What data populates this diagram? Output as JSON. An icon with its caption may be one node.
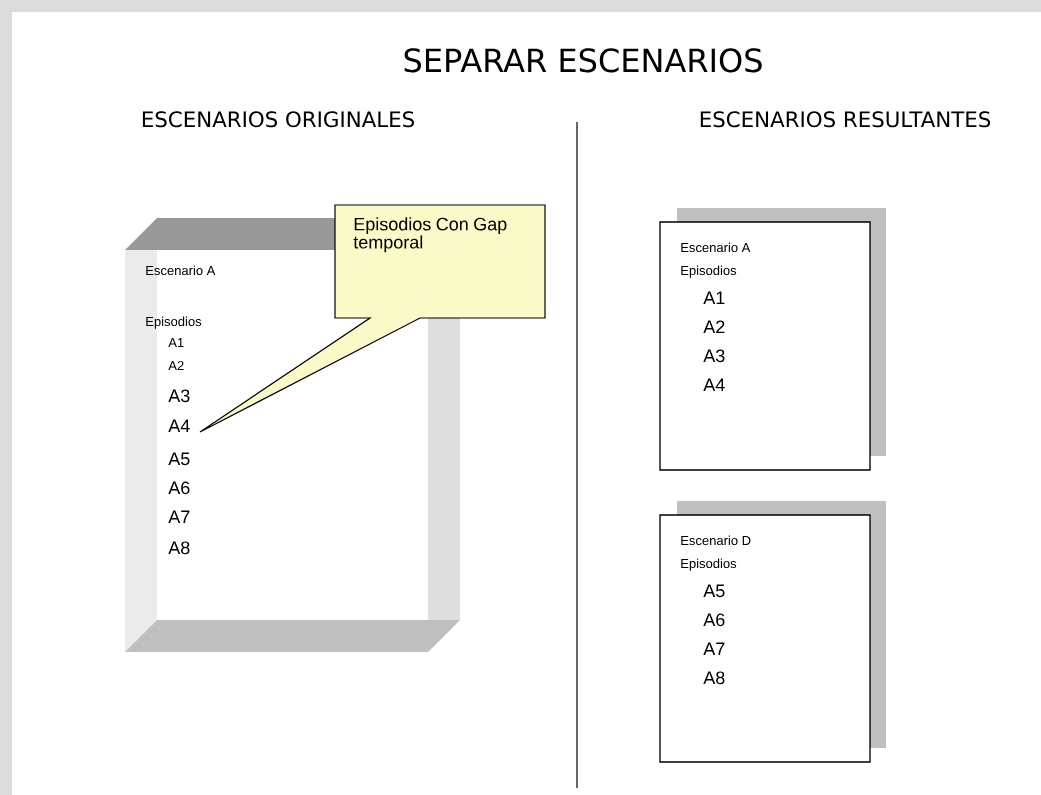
{
  "diagram": {
    "title": "SEPARAR ESCENARIOS",
    "nodes": [
      {
        "text": [
          "Escenario A",
          "Episodios",
          "A1",
          "A2",
          "A3",
          "A4",
          "A5",
          "A6",
          "A7",
          "A8"
        ]
      },
      {
        "text": [
          "Episodios Con Gap temporal"
        ]
      },
      {
        "text": [
          "Escenario A",
          "Episodios",
          "A1",
          "A2",
          "A3",
          "A4"
        ]
      },
      {
        "text": [
          "Escenario D",
          "Episodios",
          "A5",
          "A6",
          "A7",
          "A8"
        ]
      }
    ],
    "labels": [
      "ESCENARIOS ORIGINALES",
      "ESCENARIOS RESULTANTES"
    ]
  }
}
